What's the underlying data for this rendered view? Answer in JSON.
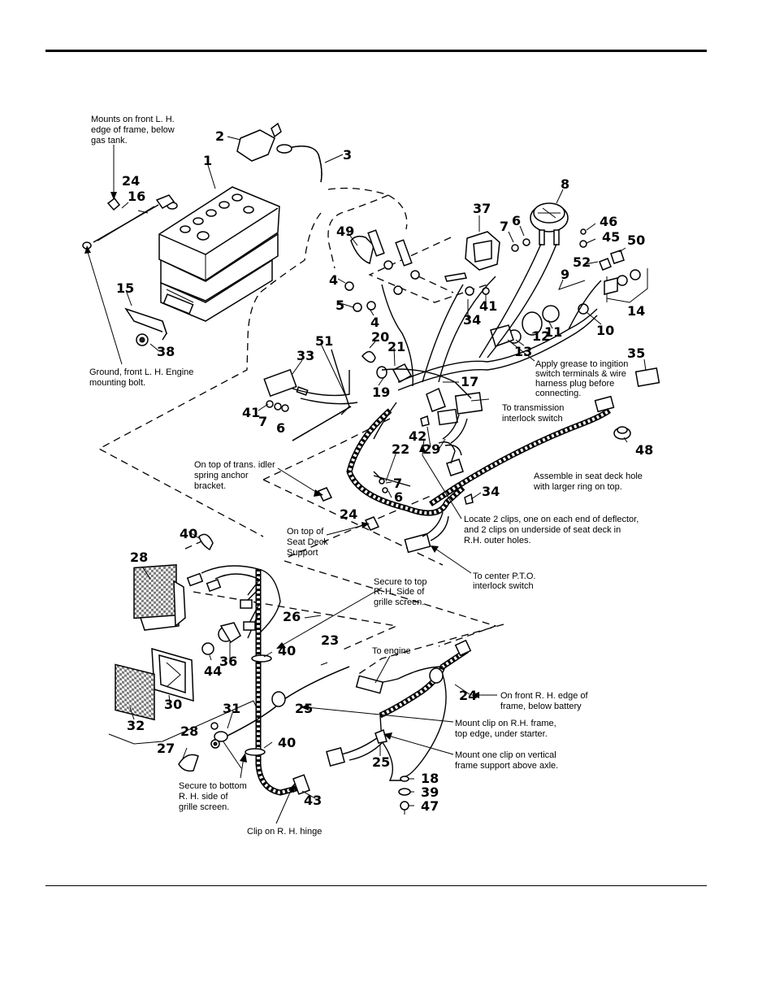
{
  "callouts": {
    "c1": "1",
    "c2": "2",
    "c3": "3",
    "c4a": "4",
    "c4b": "4",
    "c5": "5",
    "c6a": "6",
    "c6b": "6",
    "c6c": "6",
    "c7a": "7",
    "c7b": "7",
    "c7c": "7",
    "c8": "8",
    "c9": "9",
    "c10": "10",
    "c11": "11",
    "c12": "12",
    "c13": "13",
    "c14": "14",
    "c15": "15",
    "c16": "16",
    "c17": "17",
    "c18": "18",
    "c19": "19",
    "c20": "20",
    "c21": "21",
    "c22": "22",
    "c23": "23",
    "c24a": "24",
    "c24b": "24",
    "c24c": "24",
    "c25a": "25",
    "c25b": "25",
    "c26": "26",
    "c27": "27",
    "c28a": "28",
    "c28b": "28",
    "c29": "29",
    "c30": "30",
    "c31": "31",
    "c32": "32",
    "c33": "33",
    "c34a": "34",
    "c34b": "34",
    "c35": "35",
    "c36": "36",
    "c37": "37",
    "c38": "38",
    "c39": "39",
    "c40a": "40",
    "c40b": "40",
    "c40c": "40",
    "c41a": "41",
    "c41b": "41",
    "c42": "42",
    "c43": "43",
    "c44": "44",
    "c45": "45",
    "c46": "46",
    "c47": "47",
    "c48": "48",
    "c49": "49",
    "c50": "50",
    "c51": "51",
    "c52": "52"
  },
  "notes": {
    "mounts_front_lh": [
      "Mounts on front L. H.",
      "edge of frame, below",
      "gas tank."
    ],
    "ground_front_lh": [
      "Ground, front L. H. Engine",
      "mounting bolt."
    ],
    "apply_grease": [
      "Apply grease to ingition",
      "switch terminals & wire",
      "harness plug before",
      "connecting."
    ],
    "to_transmission": [
      "To transmission",
      "interlock switch"
    ],
    "assemble_seat_deck": [
      "Assemble in seat deck hole",
      "with larger ring on top."
    ],
    "on_top_trans_idler": [
      "On top of trans. idler",
      "spring anchor",
      "bracket."
    ],
    "on_top_seat_deck": [
      "On top of",
      "Seat Deck",
      "Support"
    ],
    "locate_2_clips": [
      "Locate 2 clips, one on each end of deflector,",
      "and 2 clips on underside of seat deck in",
      "R.H. outer holes."
    ],
    "to_center_pto": [
      "To center P.T.O.",
      "interlock switch"
    ],
    "secure_top_rh": [
      "Secure to top",
      "R. H. Side of",
      "grille screen."
    ],
    "to_engine": [
      "To engine"
    ],
    "on_front_rh": [
      "On front R. H. edge of",
      "frame, below battery"
    ],
    "mount_clip_rh": [
      "Mount clip on R.H. frame,",
      "top edge, under starter."
    ],
    "mount_one_clip": [
      "Mount one clip on vertical",
      "frame support above axle."
    ],
    "secure_bottom_rh": [
      "Secure to bottom",
      "R. H. side of",
      "grille screen."
    ],
    "clip_on_hinge": [
      "Clip on R. H. hinge"
    ]
  }
}
